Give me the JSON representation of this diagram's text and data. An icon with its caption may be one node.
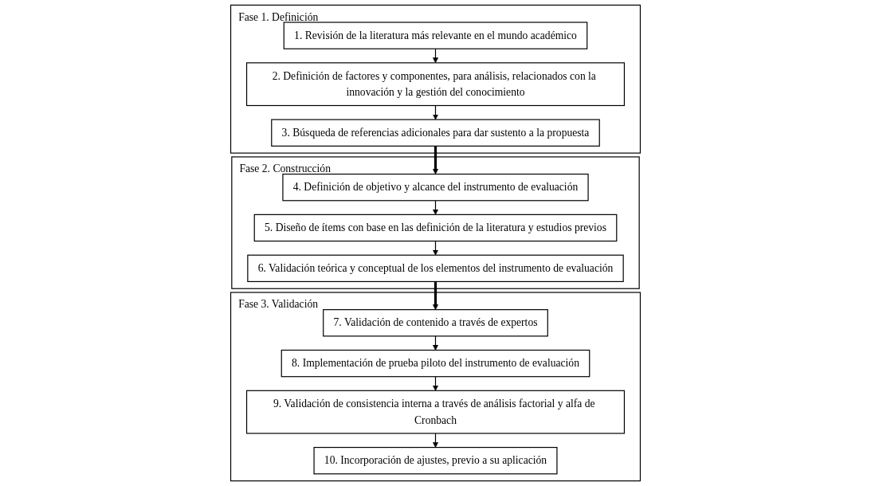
{
  "diagram": {
    "nodes": [
      {
        "text": [
          "Fase 1. Definición"
        ]
      },
      {
        "text": [
          "1. Revisión de la literatura más relevante en el mundo académico"
        ],
        "in": 0
      },
      {
        "text": [
          "2. Definición de factores y componentes, para análisis, relacionados con la innovación y la gestión del conocimiento"
        ],
        "in": 0
      },
      {
        "text": [
          "3. Búsqueda de referencias adicionales para dar sustento a la propuesta"
        ],
        "in": 0
      },
      {
        "text": [
          "Fase 2. Construcción"
        ]
      },
      {
        "text": [
          "4. Definición de objetivo y alcance del instrumento de evaluación"
        ],
        "in": 4
      },
      {
        "text": [
          "5. Diseño de ítems con base en las definición de la literatura y estudios previos"
        ],
        "in": 4
      },
      {
        "text": [
          "6. Validación teórica y conceptual de los elementos del instrumento de evaluación"
        ],
        "in": 4
      },
      {
        "text": [
          "Fase 3. Validación"
        ]
      },
      {
        "text": [
          "7. Validación de contenido a través de expertos"
        ],
        "in": 8
      },
      {
        "text": [
          "8. Implementación de prueba piloto del instrumento de evaluación"
        ],
        "in": 8
      },
      {
        "text": [
          "9. Validación de consistencia interna a través de análisis factorial y alfa de Cronbach"
        ],
        "in": 8
      },
      {
        "text": [
          "10. Incorporación de ajustes, previo a su aplicación"
        ],
        "in": 8
      }
    ],
    "edges": [
      {
        "from": 1,
        "to": 2,
        "arrow": "to"
      },
      {
        "from": 2,
        "to": 3,
        "arrow": "to"
      },
      {
        "from": 3,
        "to": 5,
        "arrow": "to",
        "style": "thick"
      },
      {
        "from": 5,
        "to": 6,
        "arrow": "to"
      },
      {
        "from": 6,
        "to": 7,
        "arrow": "to"
      },
      {
        "from": 7,
        "to": 9,
        "arrow": "to",
        "style": "thick"
      },
      {
        "from": 9,
        "to": 10,
        "arrow": "to"
      },
      {
        "from": 10,
        "to": 11,
        "arrow": "to"
      },
      {
        "from": 11,
        "to": 12,
        "arrow": "to"
      }
    ]
  }
}
